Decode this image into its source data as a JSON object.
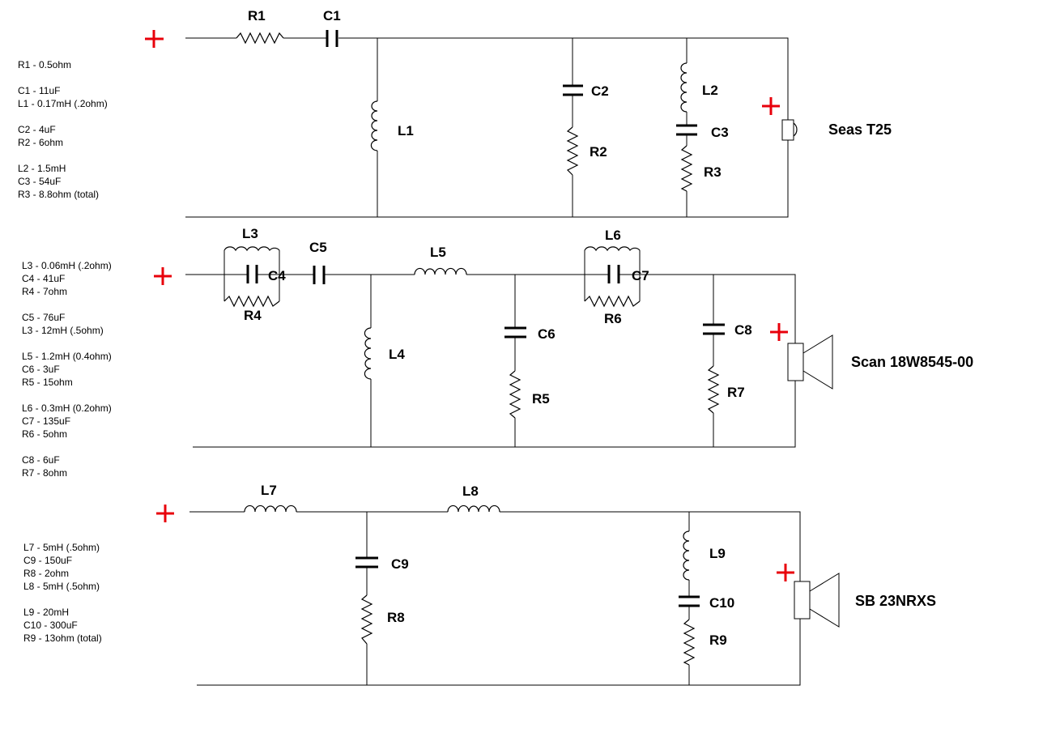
{
  "notes": {
    "tweeter": [
      [
        "R1 - 0.5ohm"
      ],
      [
        "C1 - 11uF",
        "L1 - 0.17mH (.2ohm)"
      ],
      [
        "C2 - 4uF",
        "R2 - 6ohm"
      ],
      [
        "L2 - 1.5mH",
        "C3 - 54uF",
        "R3 - 8.8ohm (total)"
      ]
    ],
    "mid": [
      [
        "L3 - 0.06mH (.2ohm)",
        "C4 - 41uF",
        "R4 - 7ohm"
      ],
      [
        "C5 - 76uF",
        "L3 - 12mH (.5ohm)"
      ],
      [
        "L5 - 1.2mH (0.4ohm)",
        "C6 - 3uF",
        "R5 - 15ohm"
      ],
      [
        "L6 - 0.3mH (0.2ohm)",
        "C7 - 135uF",
        "R6 - 5ohm"
      ],
      [
        "C8 - 6uF",
        "R7 - 8ohm"
      ]
    ],
    "woofer": [
      [
        "L7 - 5mH (.5ohm)",
        "C9 - 150uF",
        "R8 - 2ohm",
        "L8 - 5mH (.5ohm)"
      ],
      [
        "L9 - 20mH",
        "C10 - 300uF",
        "R9 - 13ohm (total)"
      ]
    ]
  },
  "labels": {
    "r1": "R1",
    "c1": "C1",
    "l1": "L1",
    "c2": "C2",
    "r2": "R2",
    "l2": "L2",
    "c3": "C3",
    "r3": "R3",
    "l3": "L3",
    "c4": "C4",
    "r4": "R4",
    "c5": "C5",
    "l4": "L4",
    "l5": "L5",
    "c6": "C6",
    "r5": "R5",
    "l6": "L6",
    "c7": "C7",
    "r6": "R6",
    "c8": "C8",
    "r7": "R7",
    "l7": "L7",
    "l8": "L8",
    "c9": "C9",
    "r8": "R8",
    "l9": "L9",
    "c10": "C10",
    "r9": "R9"
  },
  "drivers": {
    "tweeter": "Seas T25",
    "mid": "Scan 18W8545-00",
    "woofer": "SB 23NRXS"
  },
  "colors": {
    "plus": "#e8000b",
    "wire": "#000000"
  }
}
